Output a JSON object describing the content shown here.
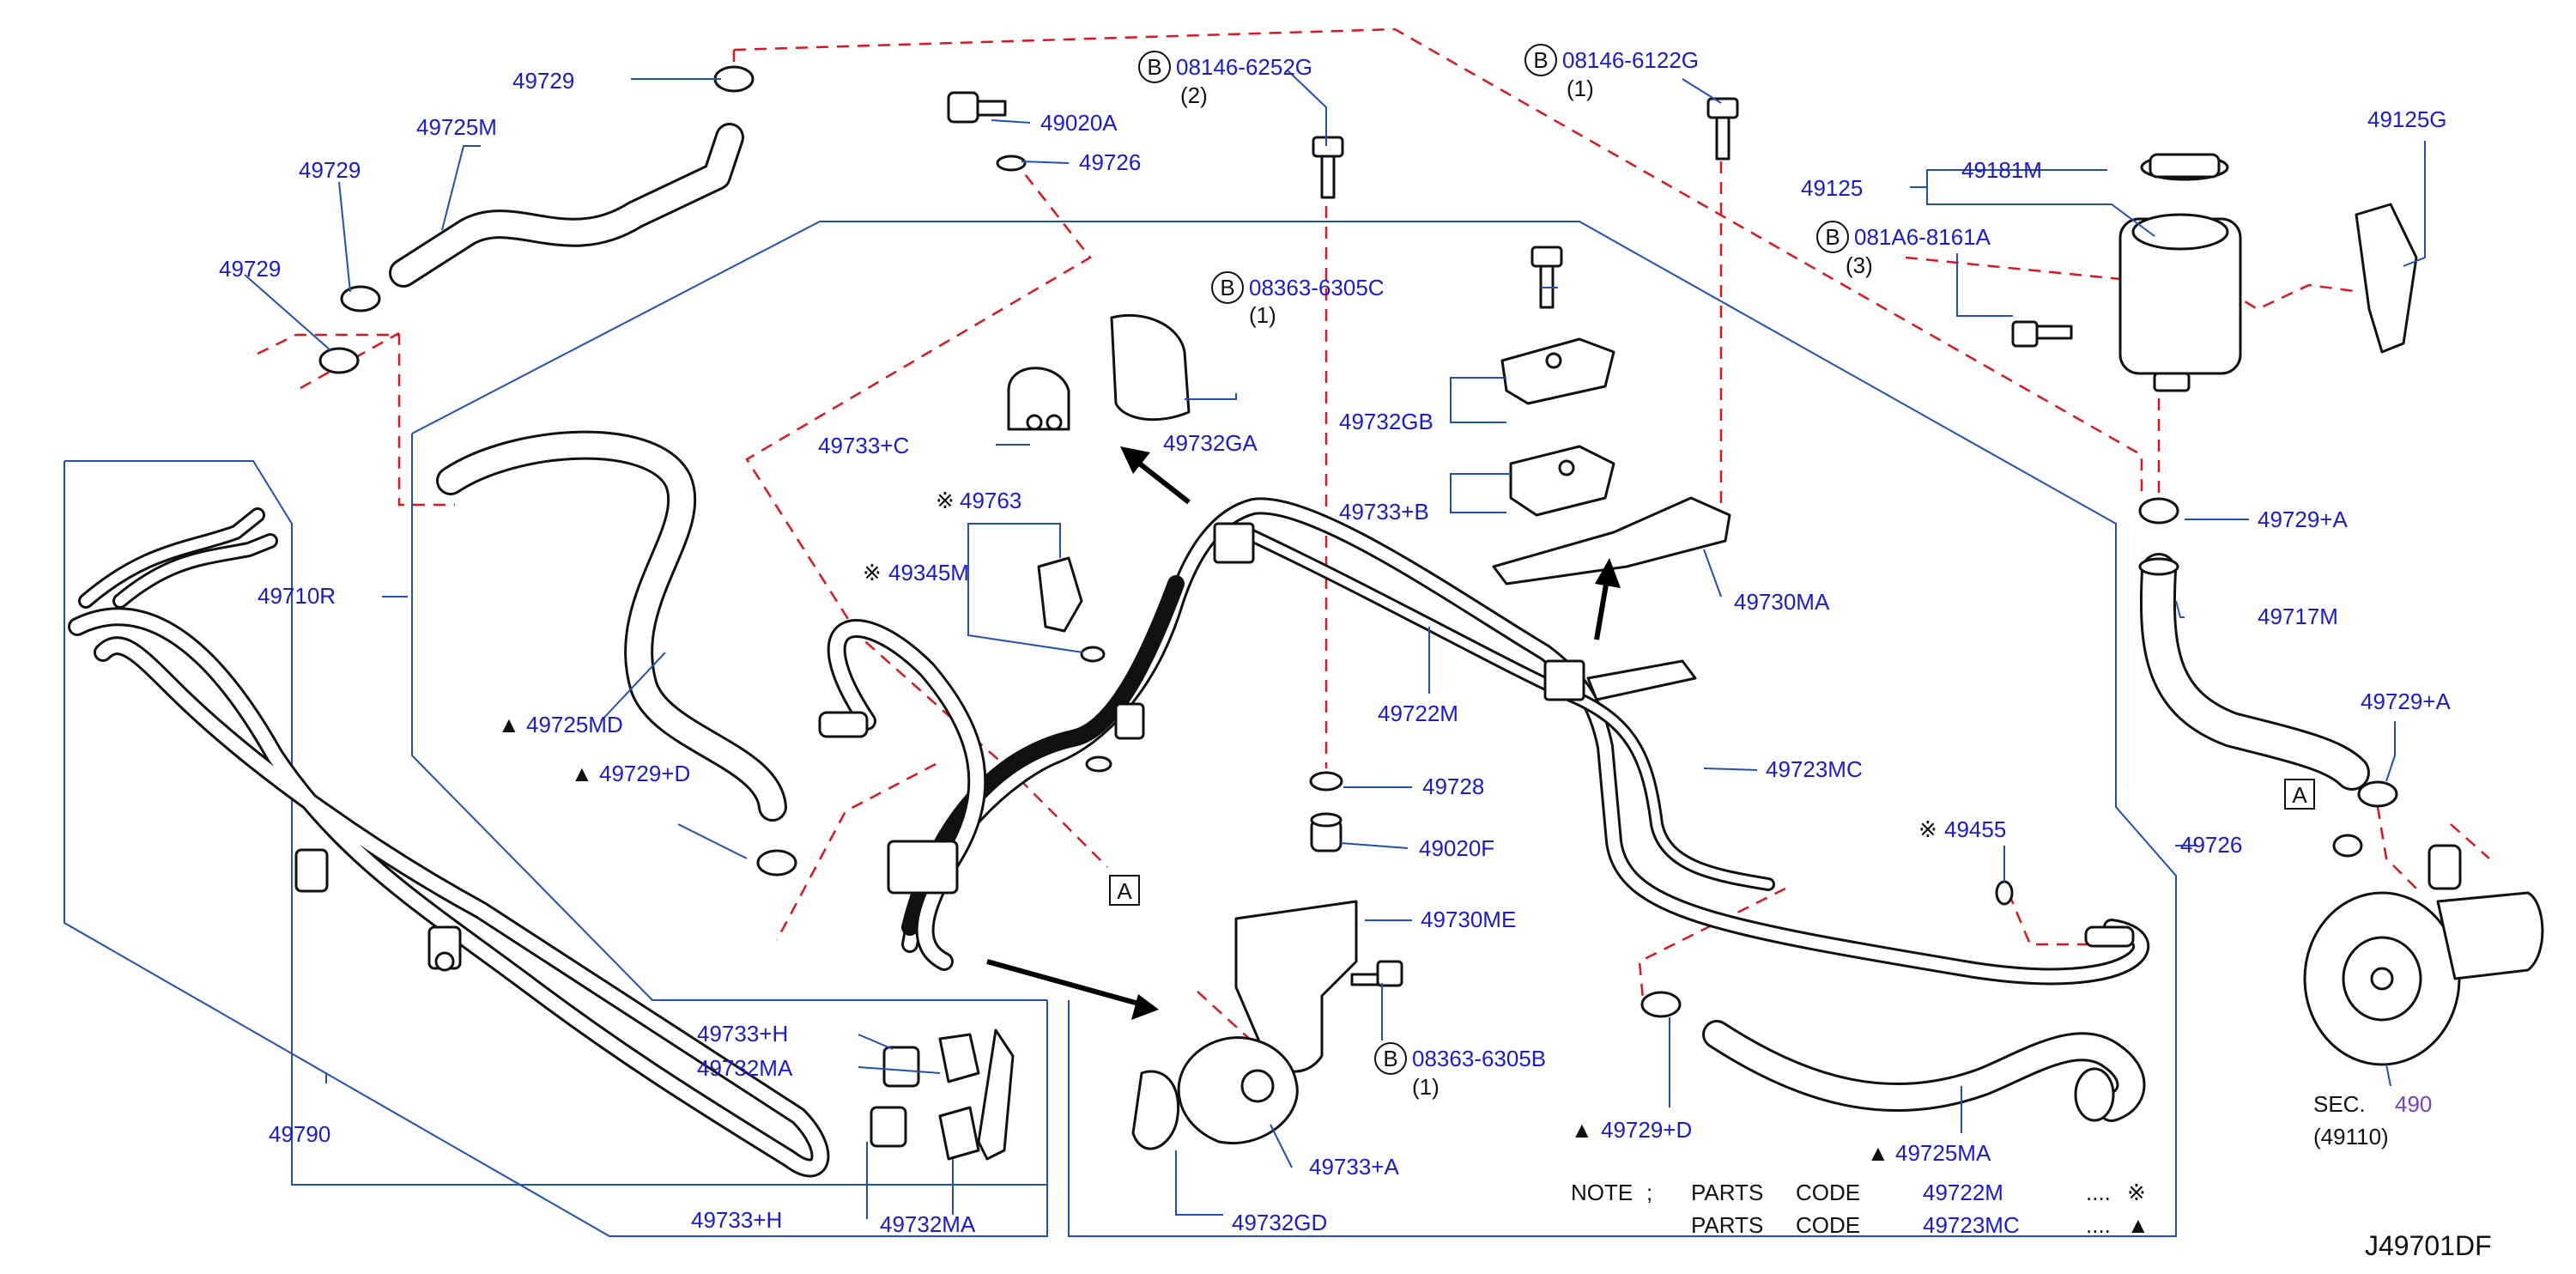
{
  "diagram_code": "J49701DF",
  "colors": {
    "label": "#1a1ad6",
    "leader": "#1f4fb8",
    "dashed": "#e0141e",
    "line": "#111111"
  },
  "labels": {
    "p49729_a": "49729",
    "p49725M": "49725M",
    "p49729_b": "49729",
    "p49729_c": "49729",
    "p49020A": "49020A",
    "p49726_a": "49726",
    "b_bolt1_code": "08146-6252G",
    "b_bolt1_qty": "(2)",
    "b_bolt2_code": "08146-6122G",
    "b_bolt2_qty": "(1)",
    "p49125G": "49125G",
    "p49125": "49125",
    "p49181M": "49181M",
    "b_bolt3_code": "081A6-8161A",
    "b_bolt3_qty": "(3)",
    "b_bolt4_code": "08363-6305C",
    "b_bolt4_qty": "(1)",
    "p49733C": "49733+C",
    "p49732GA": "49732GA",
    "p49732GB": "49732GB",
    "p49733B": "49733+B",
    "p49763": "49763",
    "p49345M": "49345M",
    "p49730MA": "49730MA",
    "p49710R": "49710R",
    "p49722M": "49722M",
    "p49725MD": "49725MD",
    "p49729D_a": "49729+D",
    "p49728": "49728",
    "p49723MC": "49723MC",
    "p49020F": "49020F",
    "p49455": "49455",
    "p49730ME": "49730ME",
    "p49729A_a": "49729+A",
    "p49717M": "49717M",
    "p49729A_b": "49729+A",
    "p49726_b": "49726",
    "b_bolt5_code": "08363-6305B",
    "b_bolt5_qty": "(1)",
    "p49733H_a": "49733+H",
    "p49732MA_a": "49732MA",
    "p49790": "49790",
    "p49733H_b": "49733+H",
    "p49732MA_b": "49732MA",
    "p49733A": "49733+A",
    "p49732GD": "49732GD",
    "p49729D_b": "49729+D",
    "p49725MA": "49725MA",
    "sec_label": "SEC.",
    "sec_num": "490",
    "sec_sub": "(49110)"
  },
  "markers": {
    "circle_b": "B",
    "box_a": "A",
    "star": "※",
    "triangle": "▲"
  },
  "note": {
    "title": "NOTE",
    "sep": ";",
    "row1": {
      "parts": "PARTS",
      "code": "CODE",
      "num": "49722M",
      "dots": "....",
      "sym": "※"
    },
    "row2": {
      "parts": "PARTS",
      "code": "CODE",
      "num": "49723MC",
      "dots": "....",
      "sym": "▲"
    }
  }
}
